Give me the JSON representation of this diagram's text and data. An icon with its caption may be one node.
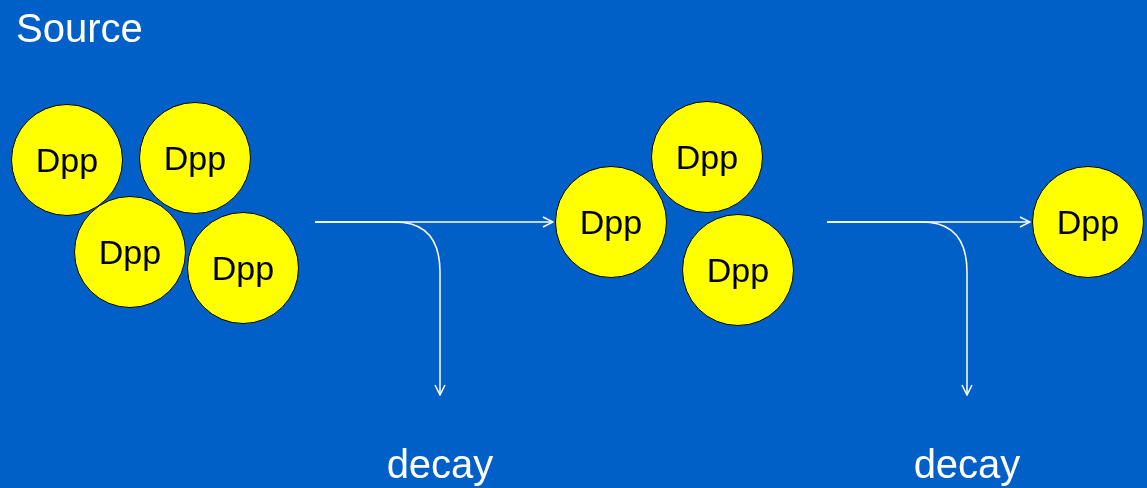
{
  "diagram": {
    "title": "Source",
    "nodes": [
      {
        "text": [
          "Dpp"
        ]
      },
      {
        "text": [
          "Dpp"
        ]
      },
      {
        "text": [
          "Dpp"
        ]
      },
      {
        "text": [
          "Dpp"
        ]
      },
      {
        "text": [
          "decay"
        ]
      },
      {
        "text": [
          "Dpp"
        ]
      },
      {
        "text": [
          "Dpp"
        ]
      },
      {
        "text": [
          "Dpp"
        ]
      },
      {
        "text": [
          "decay"
        ]
      },
      {
        "text": [
          "Dpp"
        ]
      }
    ],
    "edges": [
      {
        "from": null,
        "to": 5,
        "arrow": "to"
      },
      {
        "from": null,
        "to": 4,
        "arrow": "to"
      },
      {
        "from": null,
        "to": 9,
        "arrow": "to"
      },
      {
        "from": null,
        "to": 8,
        "arrow": "to"
      }
    ]
  }
}
